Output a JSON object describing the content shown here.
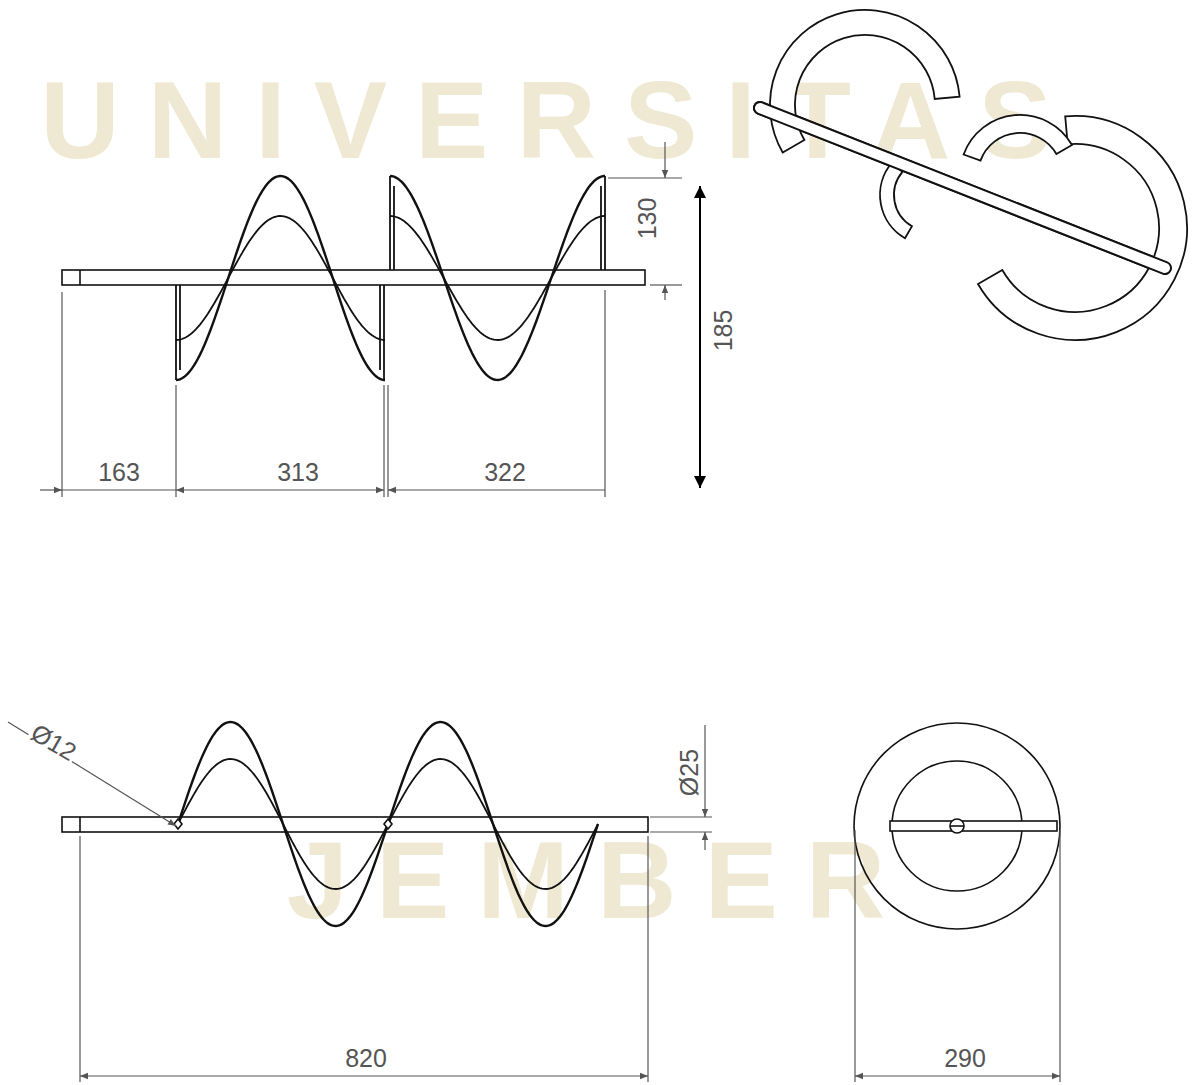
{
  "diagram": {
    "labels": [
      "130",
      "185",
      "163",
      "313",
      "322",
      "Ø12",
      "Ø25",
      "820",
      "290",
      "UNIVERSITAS",
      "JEMBER"
    ]
  }
}
